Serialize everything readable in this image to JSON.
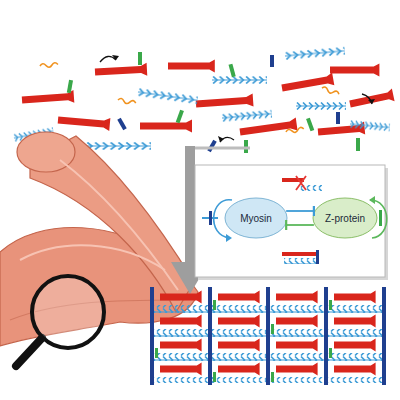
{
  "diagram": {
    "nodes": [
      {
        "text": [
          "Myosin"
        ]
      },
      {
        "text": [
          "Z-protein"
        ]
      }
    ],
    "edges": [
      {
        "from": 0,
        "to": 1,
        "arrow": "to"
      },
      {
        "from": 1,
        "to": 0,
        "arrow": "to"
      }
    ]
  }
}
